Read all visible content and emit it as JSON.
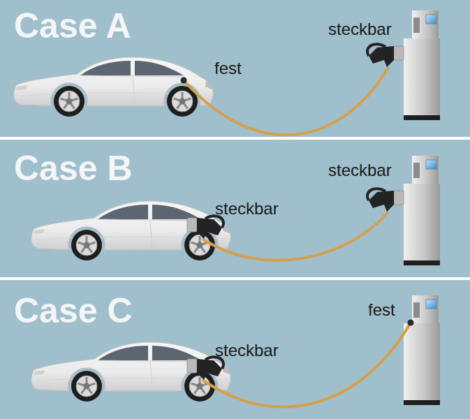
{
  "diagram": {
    "nodes": [
      {
        "text": [
          "Case A"
        ]
      },
      {
        "text": [
          "Case B"
        ]
      },
      {
        "text": [
          "Case C"
        ]
      }
    ],
    "labels": [
      "fest",
      "steckbar",
      "steckbar",
      "steckbar",
      "steckbar",
      "fest"
    ]
  }
}
